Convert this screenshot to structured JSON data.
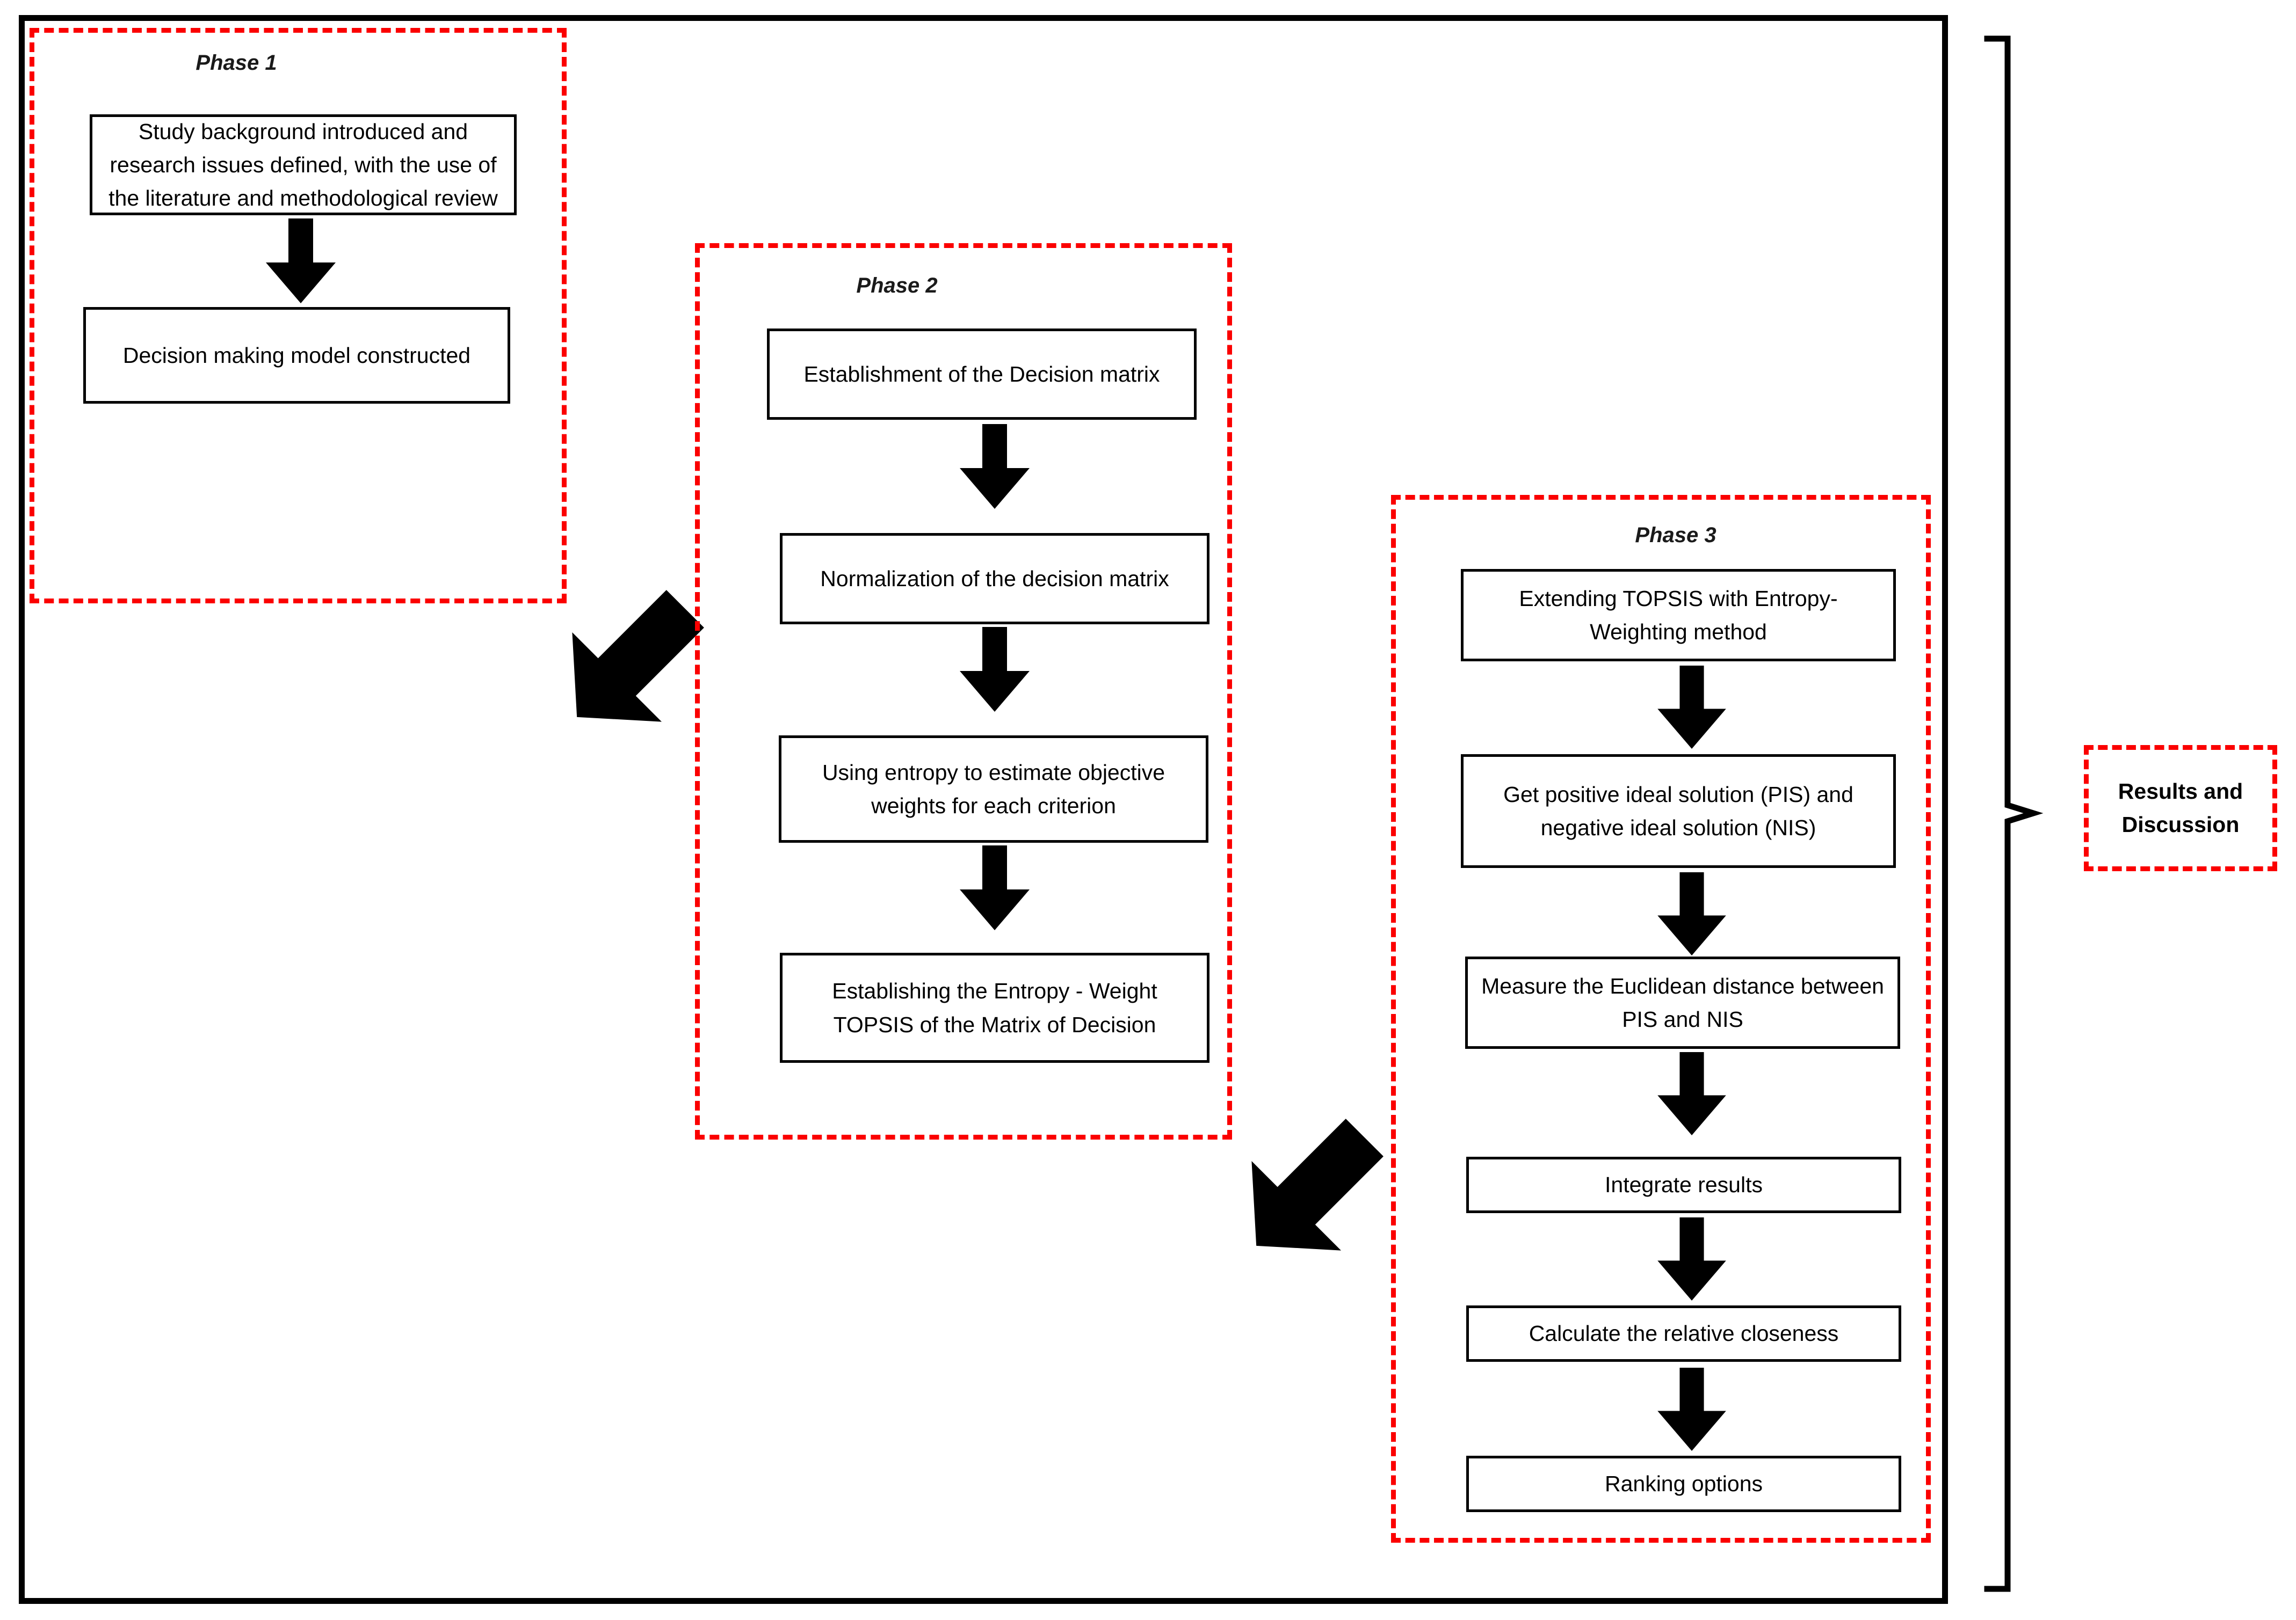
{
  "diagram": {
    "title": "Research methodology flowchart (Entropy-Weight TOPSIS)",
    "accent_color": "#fb0000",
    "frame_color": "#000000",
    "phases": [
      {
        "id": "phase-1",
        "label": "Phase 1",
        "steps": [
          "Study background introduced and research issues defined, with the use of the literature and methodological review",
          "Decision making model constructed"
        ]
      },
      {
        "id": "phase-2",
        "label": "Phase 2",
        "steps": [
          "Establishment of the Decision matrix",
          "Normalization of the decision matrix",
          "Using entropy to estimate objective weights for each criterion",
          "Establishing the Entropy - Weight TOPSIS of the Matrix of Decision"
        ]
      },
      {
        "id": "phase-3",
        "label": "Phase 3",
        "steps": [
          "Extending TOPSIS with Entropy-Weighting method",
          "Get positive ideal solution (PIS) and negative ideal solution (NIS)",
          "Measure the Euclidean distance between PIS and NIS",
          "Integrate results",
          "Calculate the relative closeness",
          "Ranking options"
        ]
      }
    ],
    "results": {
      "label": "Results and Discussion"
    },
    "connectors": {
      "phase1_to_phase2": "diagonal-arrow-down-right",
      "phase2_to_phase3": "diagonal-arrow-down-right",
      "bracket": "right-curly-bracket"
    }
  }
}
